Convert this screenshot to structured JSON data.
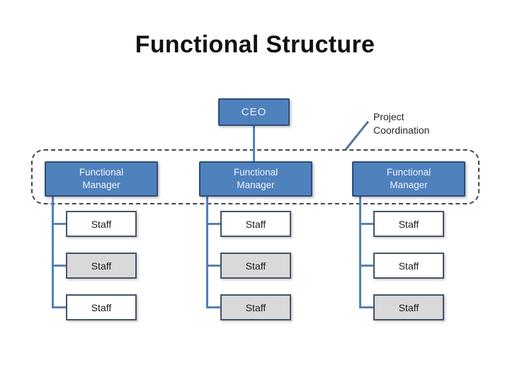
{
  "title": "Functional Structure",
  "colors": {
    "title_color": "#111111",
    "label_color": "#262626",
    "node_blue": "#4f81bd",
    "node_blue_border": "#2c4d75",
    "staff_border": "#44546a",
    "staff_gray": "#d9d9d9",
    "staff_white": "#ffffff",
    "connector": "#4f81bd",
    "stub": "#5b83b0",
    "dashed": "#474747",
    "pointer": "#54759c"
  },
  "org": {
    "ceo": {
      "label": "CEO"
    },
    "annotation": {
      "label": "Project Coordination"
    },
    "managers": [
      {
        "label": "Functional Manager",
        "staff": [
          {
            "label": "Staff",
            "highlighted": false
          },
          {
            "label": "Staff",
            "highlighted": true
          },
          {
            "label": "Staff",
            "highlighted": false
          }
        ]
      },
      {
        "label": "Functional Manager",
        "staff": [
          {
            "label": "Staff",
            "highlighted": false
          },
          {
            "label": "Staff",
            "highlighted": true
          },
          {
            "label": "Staff",
            "highlighted": true
          }
        ]
      },
      {
        "label": "Functional Manager",
        "staff": [
          {
            "label": "Staff",
            "highlighted": false
          },
          {
            "label": "Staff",
            "highlighted": false
          },
          {
            "label": "Staff",
            "highlighted": true
          }
        ]
      }
    ]
  }
}
